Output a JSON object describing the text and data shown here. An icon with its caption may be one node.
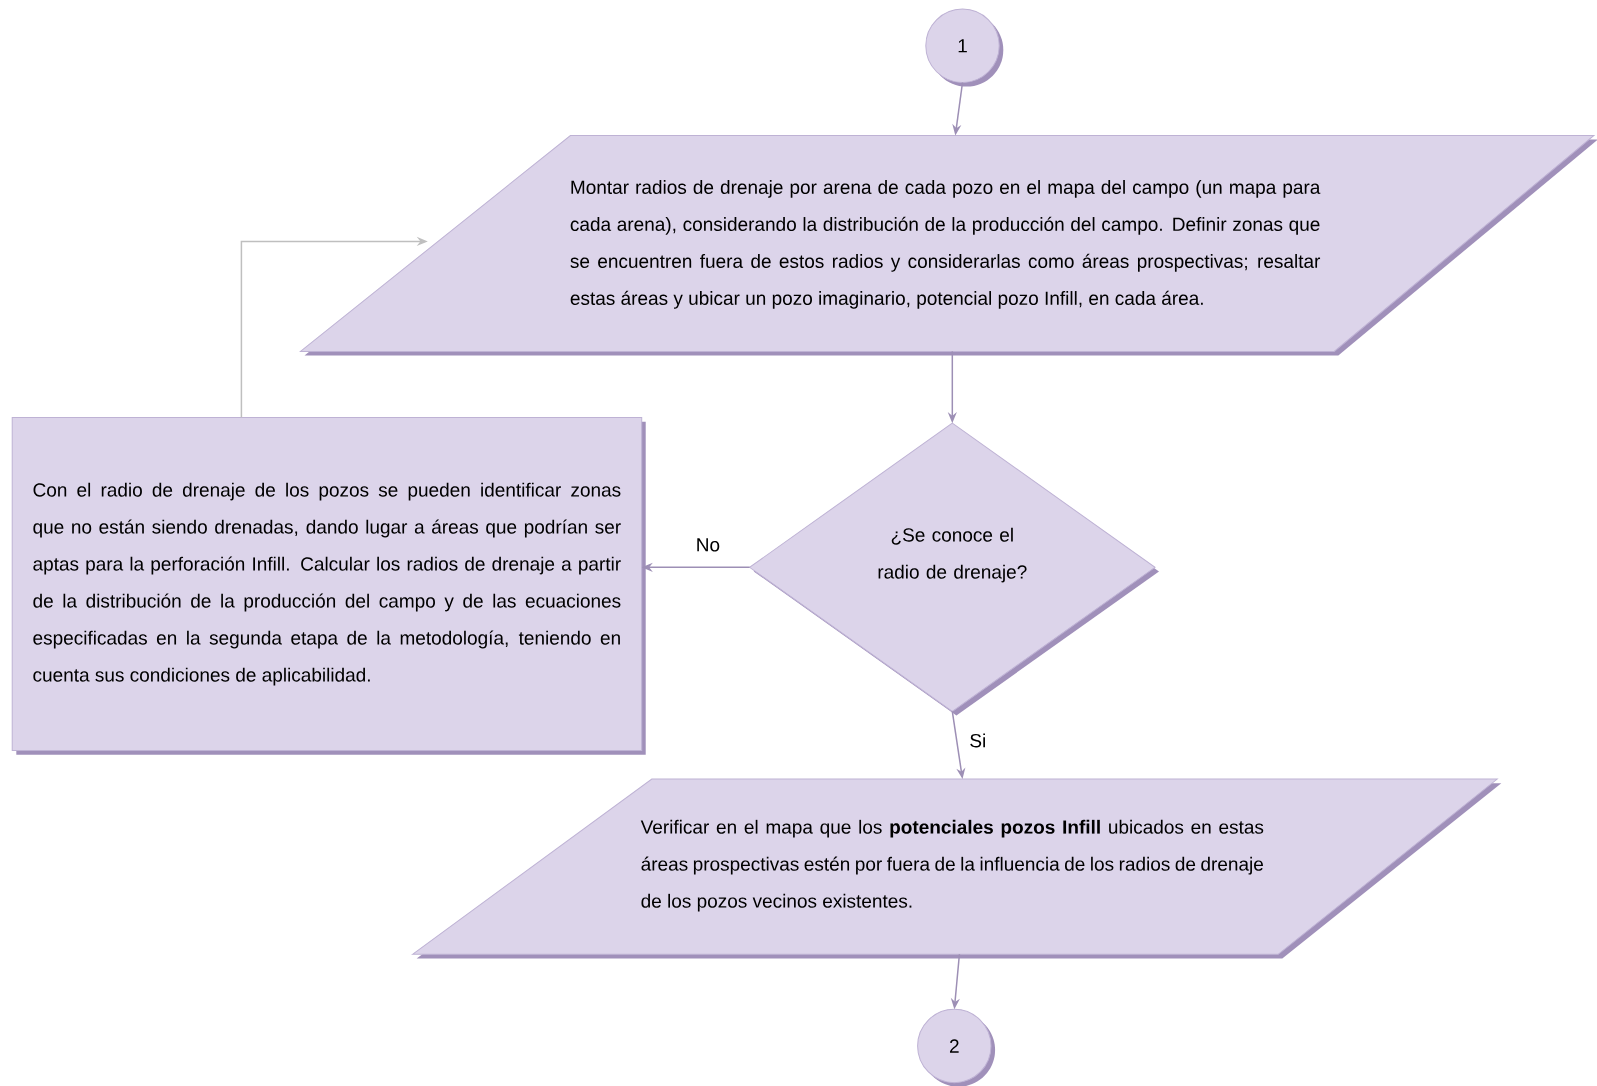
{
  "diagram": {
    "nodes": [
      {
        "text": [
          "1"
        ]
      },
      {
        "text": [
          "Montar radios de drenaje por arena de cada pozo en el mapa del campo (un mapa para cada arena), considerando la distribución de la producción del campo. Definir zonas que se encuentren fuera de estos radios y considerarlas como áreas prospectivas; resaltar estas áreas y ubicar un pozo imaginario, potencial pozo Infill, en cada área."
        ]
      },
      {
        "text": [
          "¿Se conoce el radio de drenaje?"
        ]
      },
      {
        "text": [
          "Con el radio de drenaje de los pozos se pueden identificar zonas que no están siendo drenadas, dando lugar a áreas que podrían ser aptas para la perforación Infill. Calcular los radios de drenaje a partir de la distribución de la producción del campo y de las ecuaciones especificadas en la segunda etapa de la metodología, teniendo en cuenta sus condiciones de aplicabilidad."
        ]
      },
      {
        "text": [
          "Verificar en el mapa que los **potenciales pozos Infill** ubicados en estas áreas prospectivas estén por fuera de la influencia de los radios de drenaje de los pozos vecinos existentes."
        ]
      },
      {
        "text": [
          "2"
        ]
      }
    ],
    "edges": [
      {
        "from": 0,
        "to": 1,
        "arrow": "to"
      },
      {
        "from": 1,
        "to": 2,
        "arrow": "to"
      },
      {
        "from": 2,
        "to": 3,
        "arrow": "to",
        "label": "No"
      },
      {
        "from": 2,
        "to": 4,
        "arrow": "to",
        "label": "Si"
      },
      {
        "from": 3,
        "to": 1,
        "arrow": "to",
        "color": "#bfbfbf"
      },
      {
        "from": 4,
        "to": 5,
        "arrow": "to"
      }
    ]
  }
}
